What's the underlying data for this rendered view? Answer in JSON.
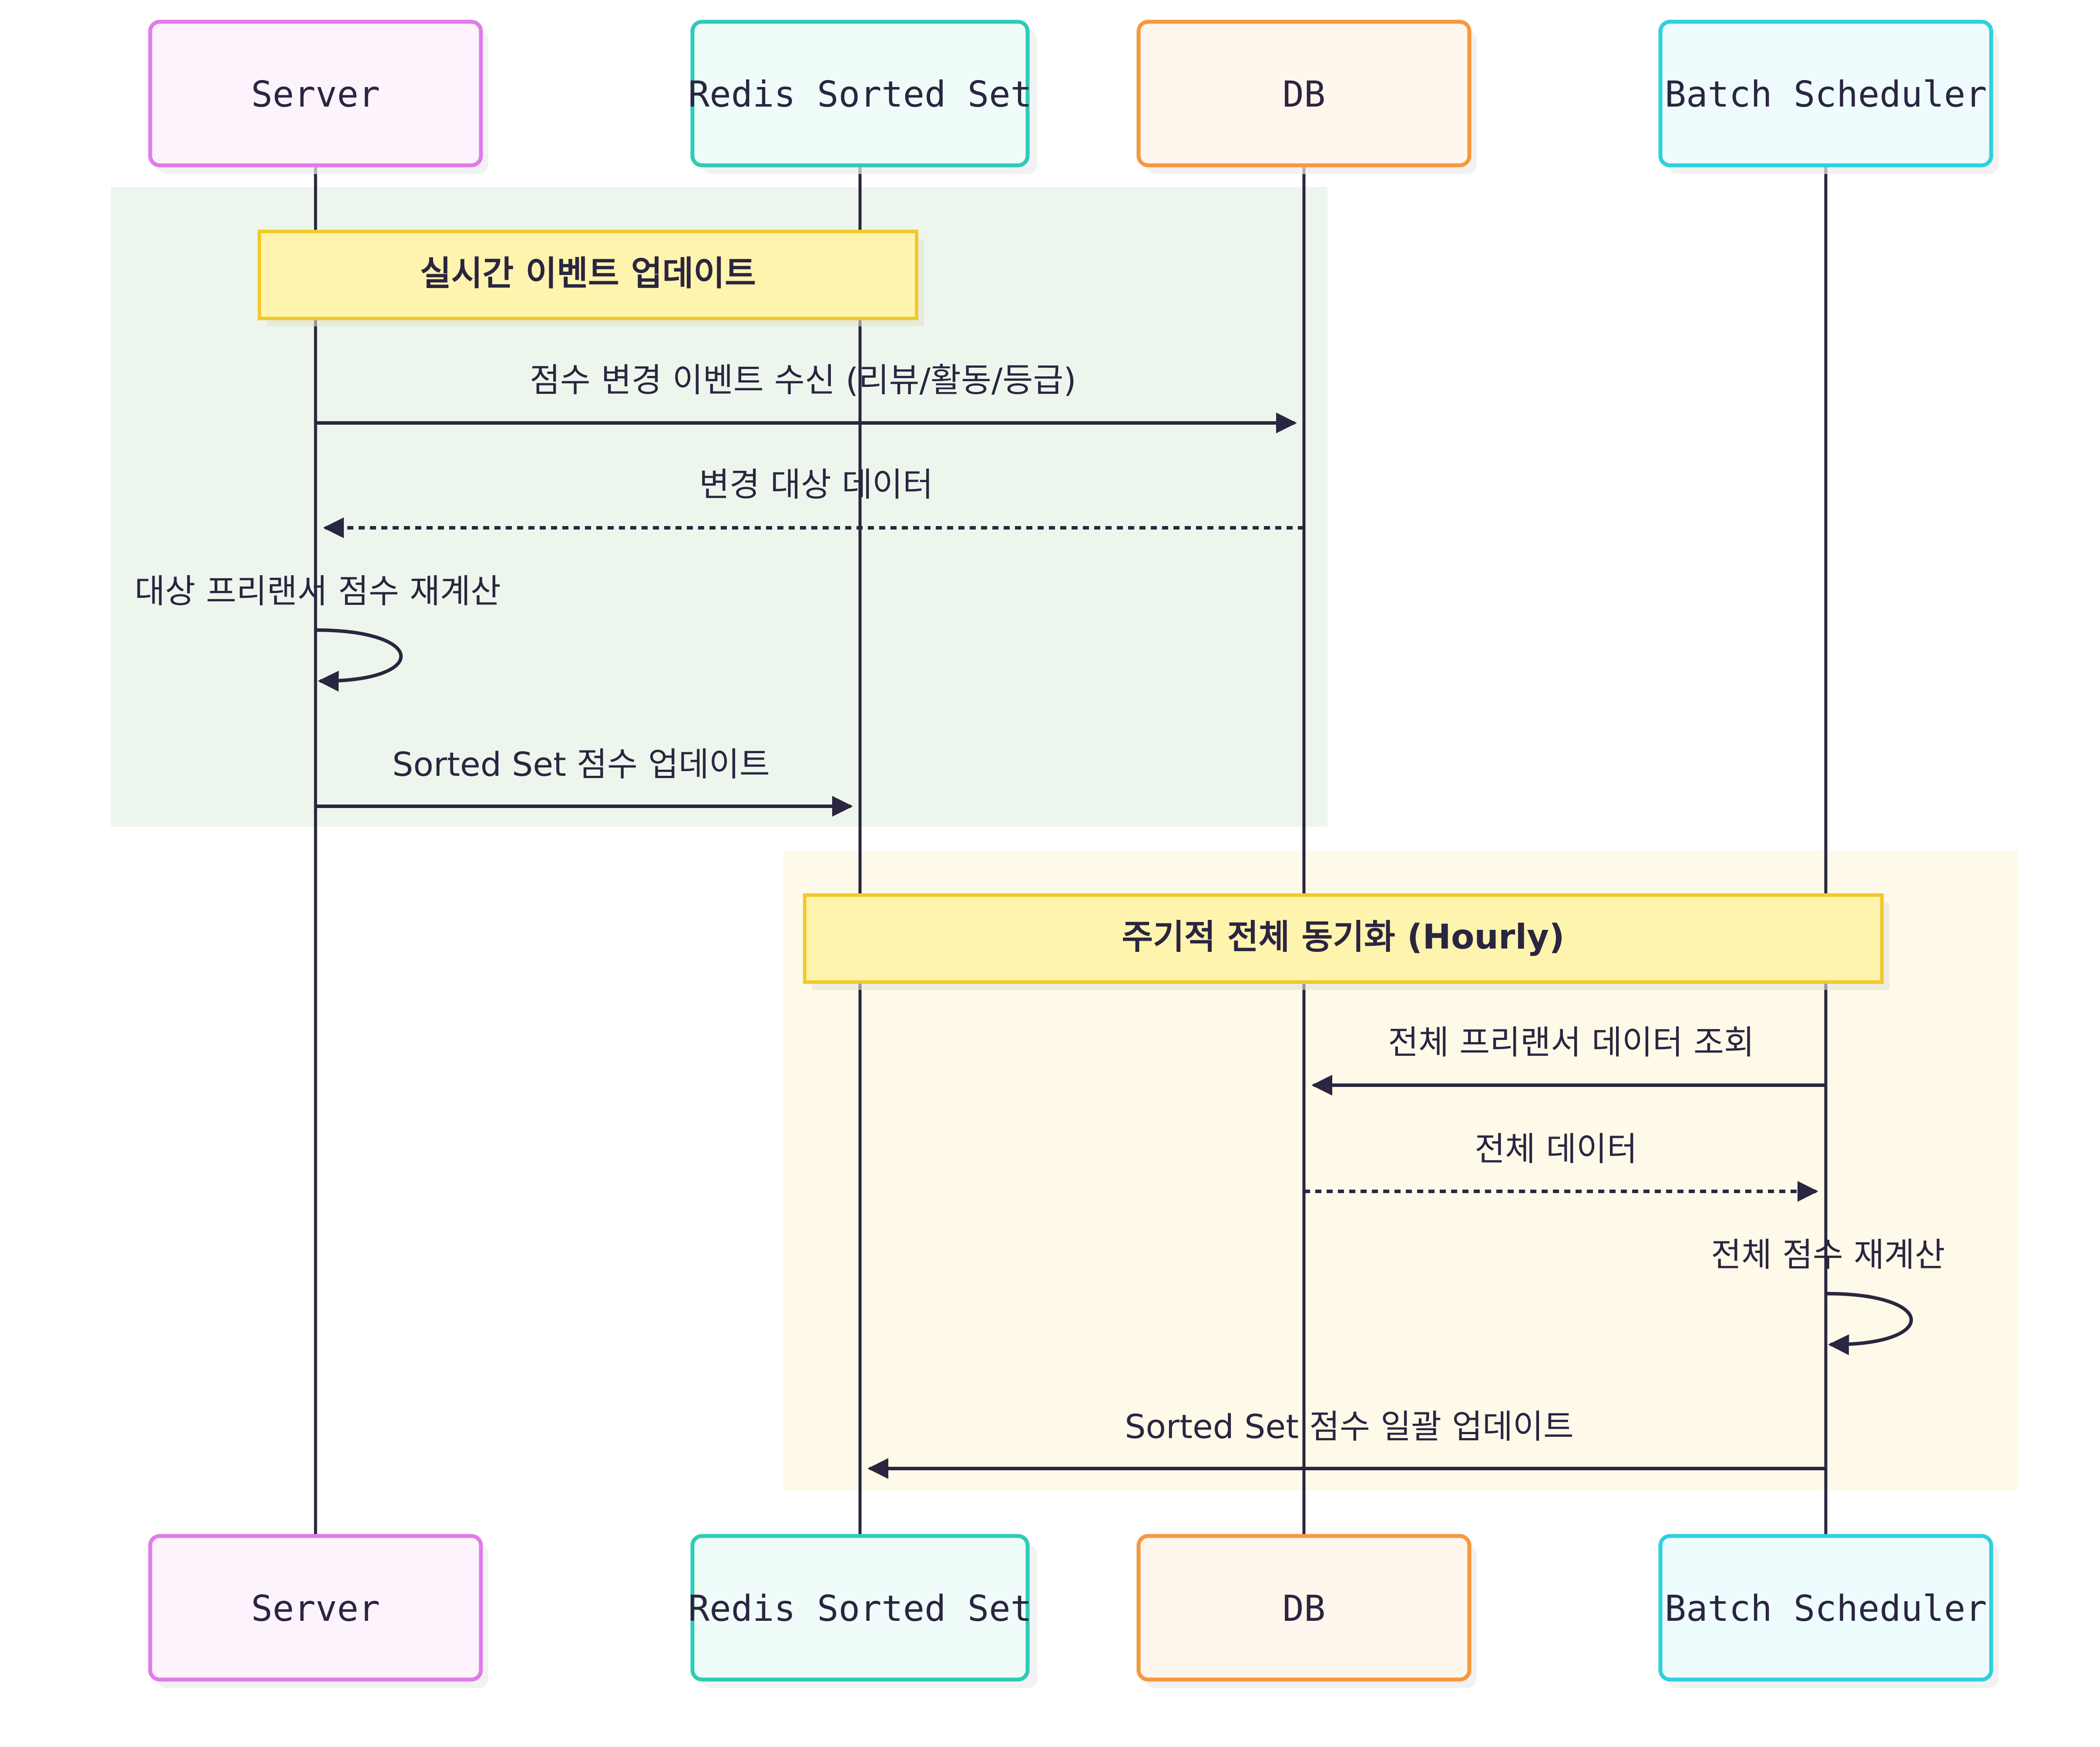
{
  "participants": [
    {
      "id": "server",
      "label": "Server",
      "border": "#e07ce8",
      "fill": "#fdf3fd"
    },
    {
      "id": "redis",
      "label": "Redis Sorted Set",
      "border": "#2fcbb5",
      "fill": "#effcf9"
    },
    {
      "id": "db",
      "label": "DB",
      "border": "#f6983d",
      "fill": "#fff6ee"
    },
    {
      "id": "batch",
      "label": "Batch Scheduler",
      "border": "#2ed0e0",
      "fill": "#effcfd"
    }
  ],
  "groups": [
    {
      "id": "realtime",
      "bg": "#edf6ec",
      "note": "실시간 이벤트 업데이트"
    },
    {
      "id": "hourly",
      "bg": "#fef9e8",
      "note": "주기적 전체 동기화 (Hourly)"
    }
  ],
  "note_style": {
    "bg": "#fff4ad",
    "border": "#f2c92a"
  },
  "messages": [
    {
      "label": "점수 변경 이벤트 수신 (리뷰/활동/등급)",
      "from": "server",
      "to": "db",
      "style": "solid"
    },
    {
      "label": "변경 대상 데이터",
      "from": "db",
      "to": "server",
      "style": "dashed"
    },
    {
      "label": "대상 프리랜서 점수 재계산",
      "from": "server",
      "to": "server",
      "style": "self"
    },
    {
      "label": "Sorted Set 점수 업데이트",
      "from": "server",
      "to": "redis",
      "style": "solid"
    },
    {
      "label": "전체 프리랜서 데이터 조회",
      "from": "batch",
      "to": "db",
      "style": "solid"
    },
    {
      "label": "전체 데이터",
      "from": "db",
      "to": "batch",
      "style": "dashed"
    },
    {
      "label": "전체 점수 재계산",
      "from": "batch",
      "to": "batch",
      "style": "self"
    },
    {
      "label": "Sorted Set 점수 일괄 업데이트",
      "from": "batch",
      "to": "redis",
      "style": "solid"
    }
  ]
}
